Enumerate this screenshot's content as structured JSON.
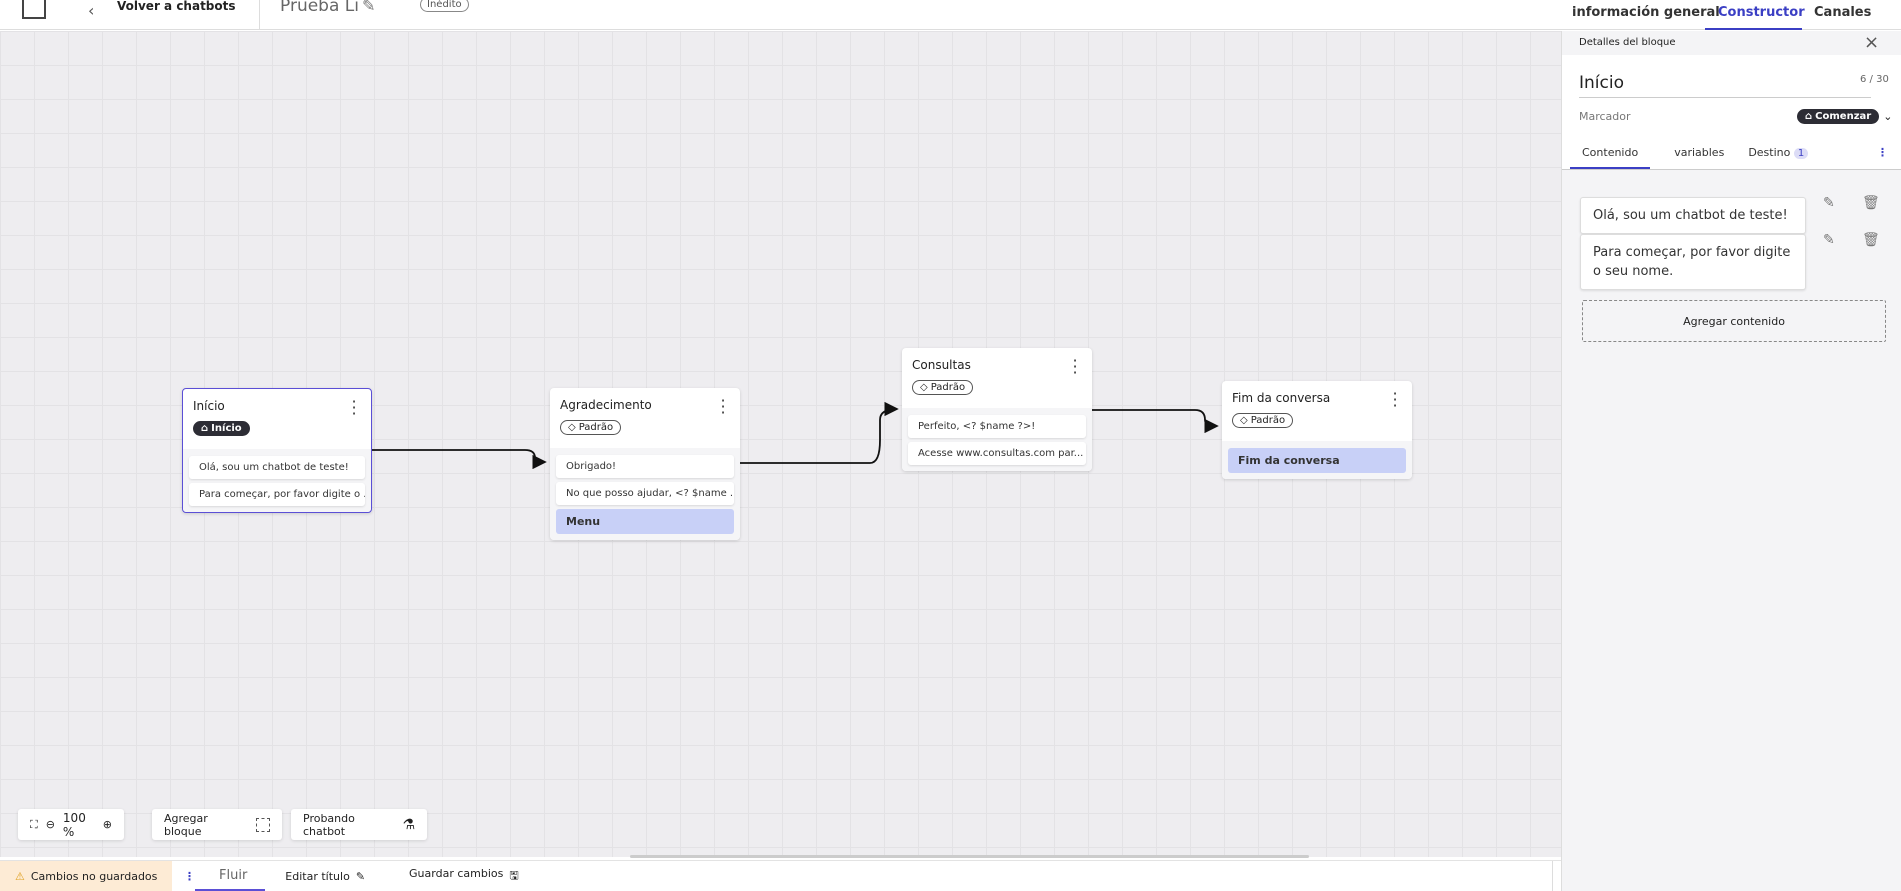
{
  "header": {
    "back_label": "Volver a chatbots",
    "title": "Prueba Li",
    "status_badge": "Inédito"
  },
  "top_tabs": [
    {
      "label": "información general"
    },
    {
      "label": "Constructor",
      "active": true
    },
    {
      "label": "Canales"
    }
  ],
  "colors": {
    "accent": "#3b3fc4",
    "selected_border": "#5b4fd6",
    "menu_item": "#c8d0f7",
    "warning_bg": "#fdebd5",
    "dark_tag": "#2d2d35"
  },
  "nodes": [
    {
      "title": "Início",
      "tag": "Início",
      "tag_icon": "home-icon",
      "items": [
        "Olá, sou um chatbot de teste!",
        "Para começar, por favor digite o ..."
      ]
    },
    {
      "title": "Agradecimento",
      "tag": "Padrão",
      "tag_icon": "tag-icon",
      "items": [
        "Obrigado!",
        "No que posso ajudar, <? $name ..."
      ],
      "menu": "Menu"
    },
    {
      "title": "Consultas",
      "tag": "Padrão",
      "tag_icon": "tag-icon",
      "items": [
        "Perfeito, <? $name ?>!",
        "Acesse www.consultas.com par..."
      ]
    },
    {
      "title": "Fim da conversa",
      "tag": "Padrão",
      "tag_icon": "tag-icon",
      "items": [],
      "menu": "Fim da conversa"
    }
  ],
  "controls": {
    "zoom": "100 %",
    "add_block": "Agregar bloque",
    "test_chatbot": "Probando chatbot"
  },
  "bottom": {
    "unsaved": "Cambios no guardados",
    "flow_tab": "Fluir",
    "edit_title": "Editar título",
    "save": "Guardar cambios"
  },
  "panel": {
    "heading": "Detalles del bloque",
    "block_name": "Início",
    "char_count": "6 / 30",
    "marker_label": "Marcador",
    "marker_value": "Comenzar",
    "tabs": [
      {
        "label": "Contenido",
        "active": true
      },
      {
        "label": "variables"
      },
      {
        "label": "Destino",
        "badge": "1"
      }
    ],
    "contents": [
      "Olá, sou um chatbot de teste!",
      "Para começar, por favor digite o seu nome."
    ],
    "add_content": "Agregar contenido"
  }
}
